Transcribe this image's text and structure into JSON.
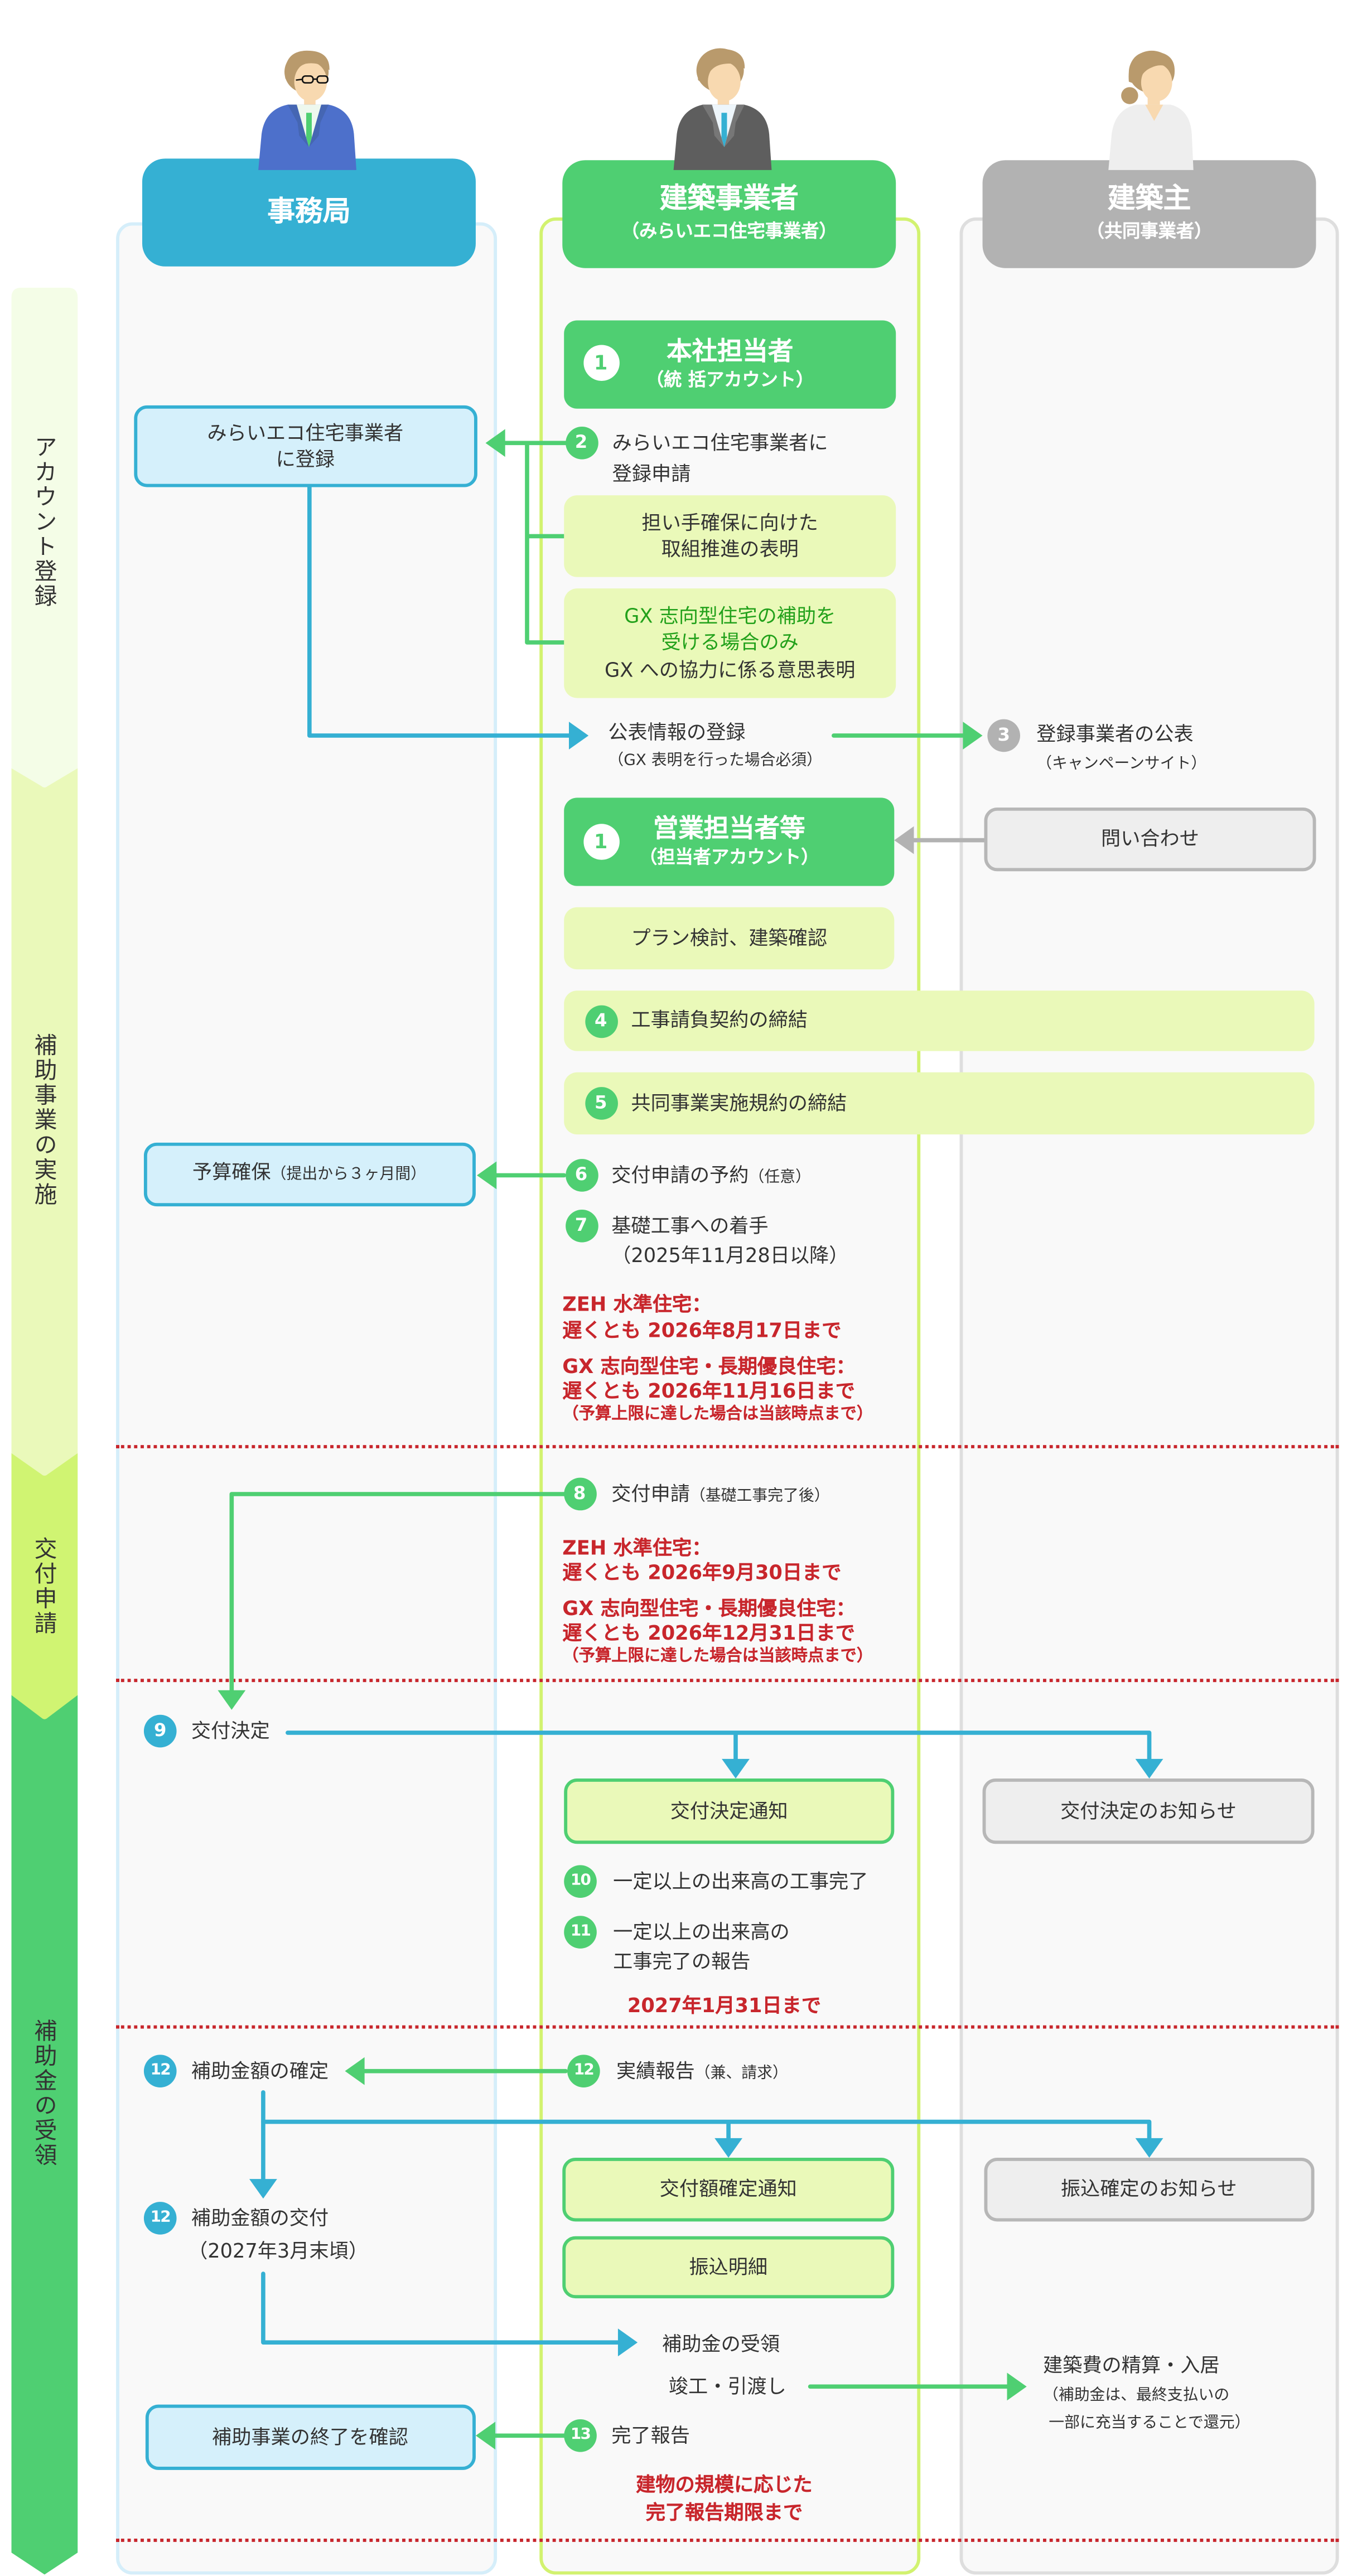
{
  "colors": {
    "secretariat": "#35b0d3",
    "builder": "#4fcf72",
    "owner": "#b2b2b2",
    "deadline_red": "#c8262c",
    "gx_green": "#22a11b"
  },
  "actors": {
    "secretariat": {
      "title": "事務局"
    },
    "builder": {
      "title": "建築事業者",
      "subtitle": "（みらいエコ住宅事業者）"
    },
    "owner": {
      "title": "建築主",
      "subtitle": "（共同事業者）"
    }
  },
  "phases": [
    {
      "label": "アカウント登録"
    },
    {
      "label": "補助事業の実施"
    },
    {
      "label": "交付申請"
    },
    {
      "label": "補助金の受領"
    }
  ],
  "account_registration": {
    "hq_contact": {
      "step": "1",
      "title": "本社担当者",
      "subtitle": "（統 括アカウント）"
    },
    "register_box": {
      "lines": [
        "みらいエコ住宅事業者",
        "に登録"
      ]
    },
    "apply": {
      "step": "2",
      "lines": [
        "みらいエコ住宅事業者に",
        "登録申請"
      ]
    },
    "workforce_pledge": {
      "lines": [
        "担い手確保に向けた",
        "取組推進の表明"
      ]
    },
    "gx_pledge": {
      "condition_lines": [
        "GX 志向型住宅の補助を",
        "受ける場合のみ"
      ],
      "statement": "GX への協力に係る意思表明"
    },
    "public_info": {
      "label": "公表情報の登録",
      "note": "（GX 表明を行った場合必須）"
    },
    "publication": {
      "step": "3",
      "label": "登録事業者の公表",
      "note": "（キャンペーンサイト）"
    }
  },
  "implementation": {
    "sales_contact": {
      "step": "1",
      "title": "営業担当者等",
      "subtitle": "（担当者アカウント）"
    },
    "inquiry": "問い合わせ",
    "plan_review": "プラン検討、建築確認",
    "contract": {
      "step": "4",
      "label": "工事請負契約の締結"
    },
    "joint_agreement": {
      "step": "5",
      "label": "共同事業実施規約の締結"
    },
    "budget_hold": {
      "label": "予算確保",
      "note": "（提出から３ヶ月間）"
    },
    "reservation": {
      "step": "6",
      "label": "交付申請の予約",
      "note": "（任意）"
    },
    "foundation_start": {
      "step": "7",
      "label": "基礎工事への着手",
      "note": "（2025年11月28日以降）"
    },
    "deadlines": [
      {
        "heading": "ZEH 水準住宅：",
        "date": "遅くとも 2026年8月17日まで"
      },
      {
        "heading": "GX 志向型住宅・長期優良住宅：",
        "date": "遅くとも 2026年11月16日まで",
        "note": "（予算上限に達した場合は当該時点まで）"
      }
    ]
  },
  "grant_application": {
    "apply": {
      "step": "8",
      "label": "交付申請",
      "note": "（基礎工事完了後）"
    },
    "deadlines": [
      {
        "heading": "ZEH 水準住宅：",
        "date": "遅くとも 2026年9月30日まで"
      },
      {
        "heading": "GX 志向型住宅・長期優良住宅：",
        "date": "遅くとも 2026年12月31日まで",
        "note": "（予算上限に達した場合は当該時点まで）"
      }
    ]
  },
  "grant_receipt": {
    "decision": {
      "step": "9",
      "label": "交付決定"
    },
    "decision_notice": "交付決定通知",
    "decision_info": "交付決定のお知らせ",
    "progress_complete": {
      "step": "10",
      "label": "一定以上の出来高の工事完了"
    },
    "progress_report": {
      "step": "11",
      "lines": [
        "一定以上の出来高の",
        "工事完了の報告"
      ]
    },
    "progress_deadline": "2027年1月31日まで",
    "amount_confirm": {
      "step": "12",
      "label": "補助金額の確定"
    },
    "performance_report": {
      "step": "12",
      "label": "実績報告",
      "note": "（兼、請求）"
    },
    "amount_notice": "交付額確定通知",
    "transfer_info": "振込確定のお知らせ",
    "payment": {
      "step": "12",
      "label": "補助金額の交付",
      "note": "（2027年3月末頃）"
    },
    "transfer_detail": "振込明細",
    "receipt": "補助金の受領",
    "handover": "竣工・引渡し",
    "settlement": {
      "label": "建築費の精算・入居",
      "note_lines": [
        "（補助金は、最終支払いの",
        "一部に充当することで還元）"
      ]
    },
    "completion_check": "補助事業の終了を確認",
    "completion_report": {
      "step": "13",
      "label": "完了報告"
    },
    "completion_deadline": [
      "建物の規模に応じた",
      "完了報告期限まで"
    ]
  }
}
